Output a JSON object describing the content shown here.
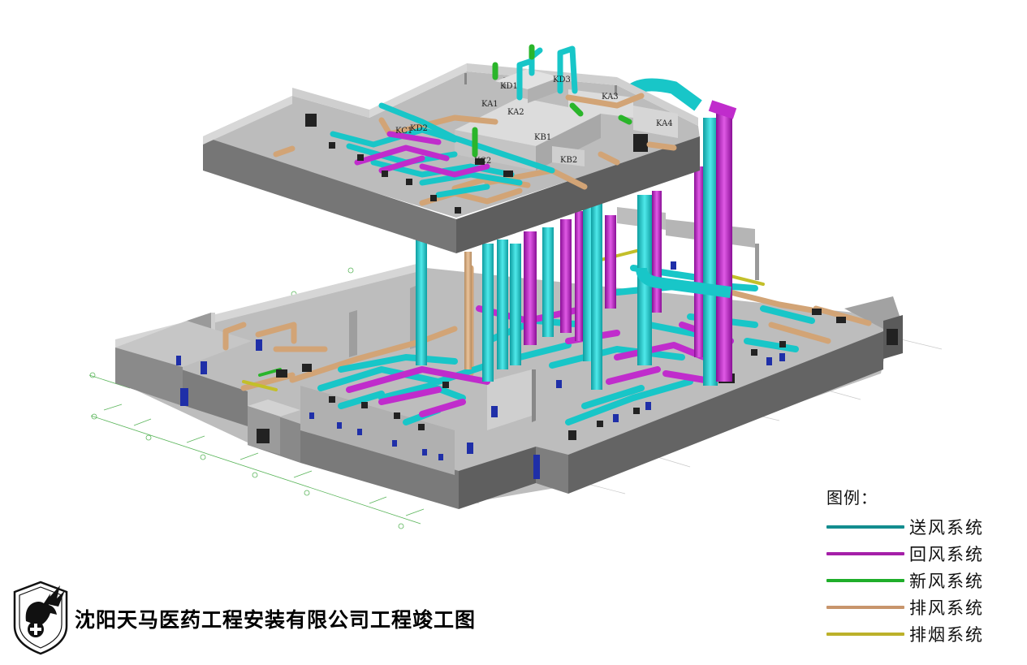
{
  "colors": {
    "supply": "#13c2c5",
    "return": "#b41ec0",
    "fresh": "#2ab52a",
    "exhaust": "#d2a476",
    "smoke": "#c3bf2a",
    "wall_top": "#d0d0d0",
    "wall_side": "#8c8c8c",
    "wall_dark": "#5d5d5d",
    "floor": "#b9b9b9",
    "door": "#1f2fa8"
  },
  "units": [
    "KD1",
    "KD3",
    "KA1",
    "KA2",
    "KA3",
    "KC1",
    "KD2",
    "KB1",
    "KA4",
    "KC2",
    "KB2"
  ],
  "legend": {
    "title": "图例：",
    "items": [
      {
        "label": "送风系统",
        "color": "#138d8f"
      },
      {
        "label": "回风系统",
        "color": "#a51fa8"
      },
      {
        "label": "新风系统",
        "color": "#1fae2a"
      },
      {
        "label": "排风系统",
        "color": "#c8956c"
      },
      {
        "label": "排烟系统",
        "color": "#bcb12a"
      }
    ]
  },
  "footer": {
    "company_title": "沈阳天马医药工程安装有限公司工程竣工图",
    "logo_icon": "pegasus-shield-logo-icon"
  }
}
